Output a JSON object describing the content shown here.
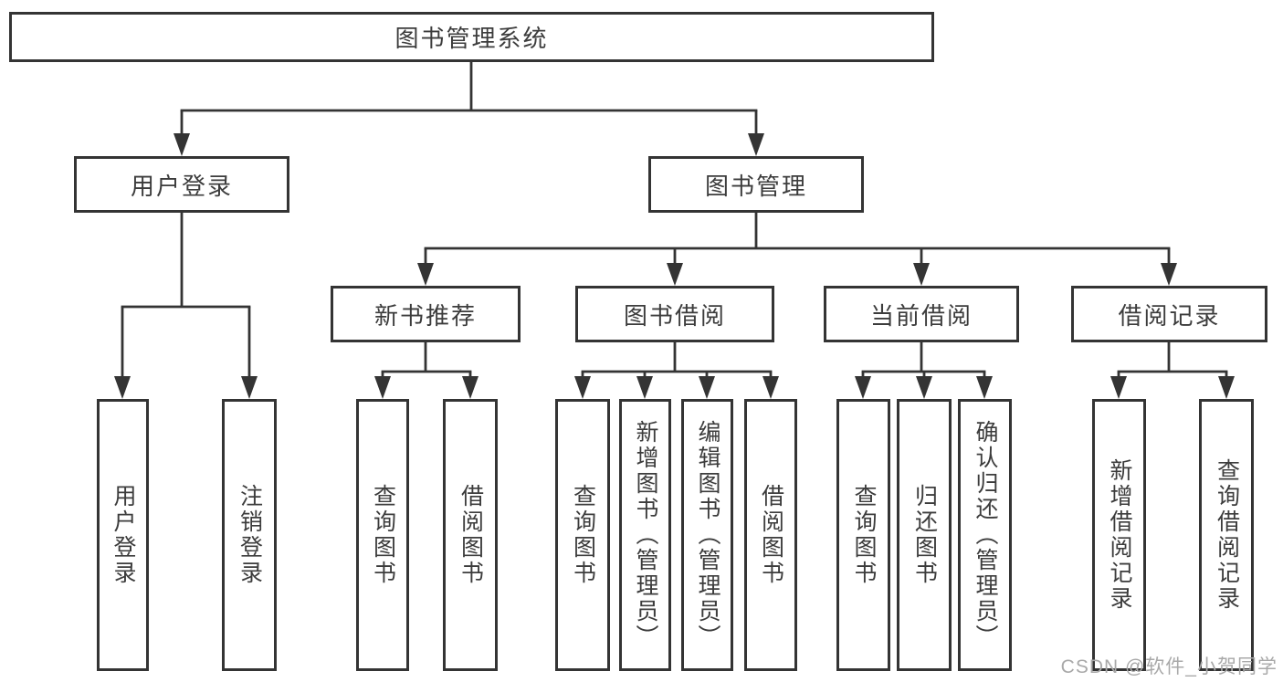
{
  "tree": {
    "label": "图书管理系统",
    "children": [
      {
        "label": "用户登录",
        "children": [
          {
            "label": "用户登录"
          },
          {
            "label": "注销登录"
          }
        ]
      },
      {
        "label": "图书管理",
        "children": [
          {
            "label": "新书推荐",
            "children": [
              {
                "label": "查询图书"
              },
              {
                "label": "借阅图书"
              }
            ]
          },
          {
            "label": "图书借阅",
            "children": [
              {
                "label": "查询图书"
              },
              {
                "label": "新增图书（管理员）"
              },
              {
                "label": "编辑图书（管理员）"
              },
              {
                "label": "借阅图书"
              }
            ]
          },
          {
            "label": "当前借阅",
            "children": [
              {
                "label": "查询图书"
              },
              {
                "label": "归还图书"
              },
              {
                "label": "确认归还（管理员）"
              }
            ]
          },
          {
            "label": "借阅记录",
            "children": [
              {
                "label": "新增借阅记录"
              },
              {
                "label": "查询借阅记录"
              }
            ]
          }
        ]
      }
    ]
  },
  "watermark": {
    "text": "CSDN @软件_小贺同学"
  },
  "colors": {
    "line": "#343434",
    "text": "#3c3c3c",
    "background": "#ffffff",
    "watermark": "#a9a9a9"
  }
}
